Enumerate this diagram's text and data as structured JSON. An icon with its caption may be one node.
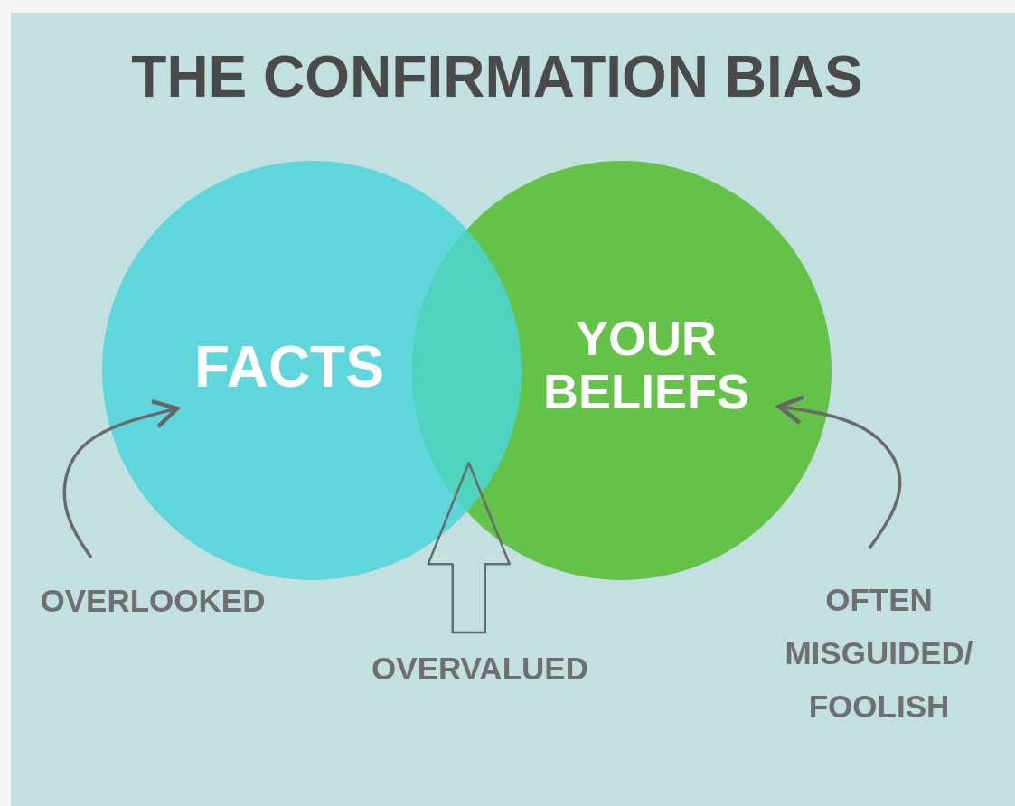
{
  "diagram": {
    "title": "THE CONFIRMATION BIAS",
    "nodes": [
      {
        "text": [
          "FACTS"
        ]
      },
      {
        "text": [
          "YOUR BELIEFS"
        ]
      },
      {
        "text": [
          "OVERLOOKED"
        ]
      },
      {
        "text": [
          "OVERVALUED"
        ]
      },
      {
        "text": [
          "OFTEN MISGUIDED/ FOOLISH"
        ]
      },
      {
        "text": [],
        "shape": "lens"
      }
    ],
    "edges": [
      {
        "from": 2,
        "to": 0,
        "arrow": "to"
      },
      {
        "from": 3,
        "to": 5,
        "arrow": "to"
      },
      {
        "from": 4,
        "to": 1,
        "arrow": "to"
      }
    ]
  }
}
